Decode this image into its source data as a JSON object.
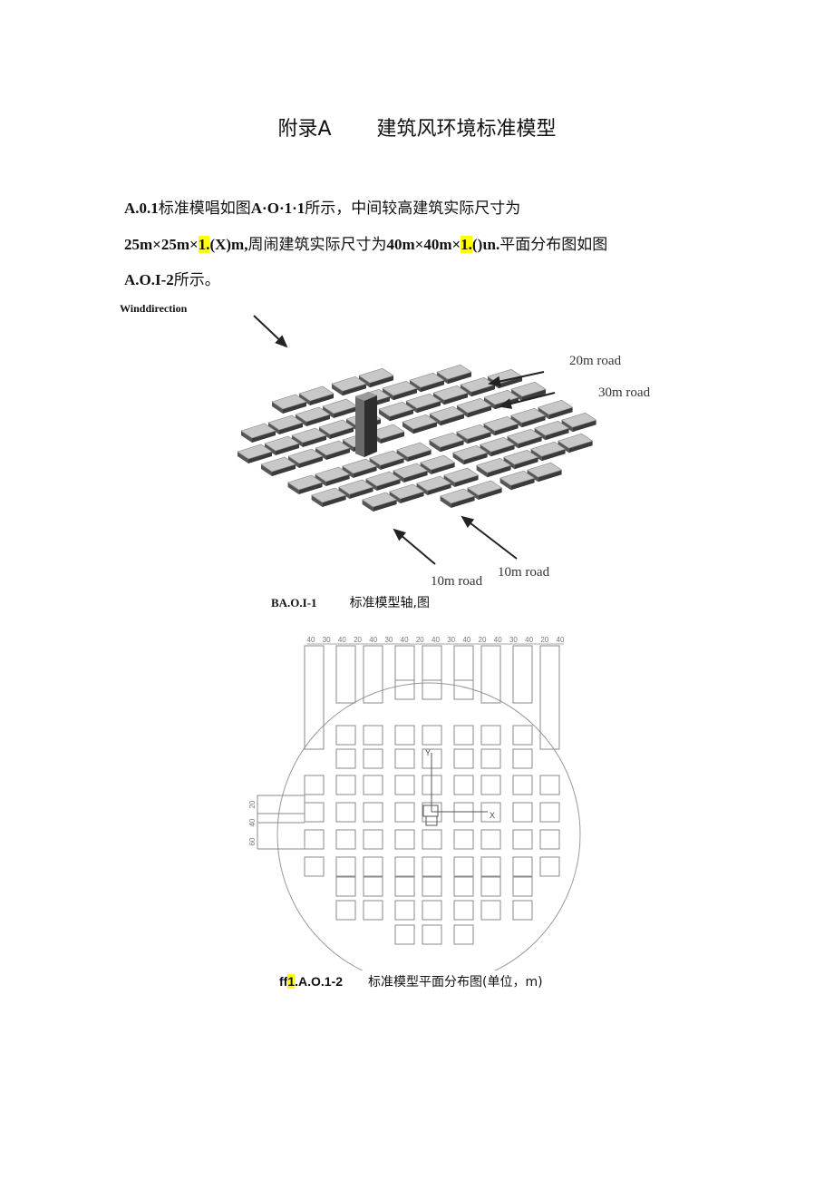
{
  "page": {
    "title_prefix": "附录A",
    "title_main": "建筑风环境标准模型"
  },
  "paragraph": {
    "line1": [
      {
        "text": "A.0.1",
        "bold": true
      },
      {
        "text": "标准模唱如图"
      },
      {
        "text": "A·O·1·1",
        "bold": true
      },
      {
        "text": "所示，中间较高建筑实际尺寸为"
      }
    ],
    "line2": [
      {
        "text": "25m×25m×",
        "bold": true
      },
      {
        "text": "1.",
        "bold": true,
        "highlight": true
      },
      {
        "text": "(X)m,",
        "bold": true
      },
      {
        "text": "周闹建筑实际尺寸为"
      },
      {
        "text": "40m×40m×",
        "bold": true
      },
      {
        "text": "1.",
        "bold": true,
        "highlight": true
      },
      {
        "text": "()ιn.",
        "bold": true
      },
      {
        "text": "平面分布图如图"
      }
    ],
    "line3": [
      {
        "text": "A.O.I-2",
        "bold": true
      },
      {
        "text": "所示。"
      }
    ]
  },
  "figure1": {
    "wind_label": "Winddirection",
    "road_labels": {
      "r20": "20m road",
      "r30": "30m road",
      "r10a": "10m road",
      "r10b": "10m road"
    },
    "caption_label": "BA.O.I-1",
    "caption_text": "标准模型轴,图",
    "colors": {
      "roof": "#c8c8c8",
      "side": "#3a3a3a",
      "tower": "#2e2e2e"
    }
  },
  "figure2": {
    "top_dimensions": [
      "40",
      "30",
      "40",
      "20",
      "40",
      "30",
      "40",
      "20",
      "40",
      "30",
      "40",
      "20",
      "40",
      "30",
      "40",
      "20",
      "40"
    ],
    "left_dimensions": [
      "20",
      "40",
      "60"
    ],
    "axis_x": "X",
    "axis_y": "Y",
    "caption_label_pre": "ff",
    "caption_label_hl": "1",
    "caption_label_post": ".A.O.1-2",
    "caption_text": "标准模型平面分布图(单位，m)",
    "line_color": "#8a8a8a"
  }
}
